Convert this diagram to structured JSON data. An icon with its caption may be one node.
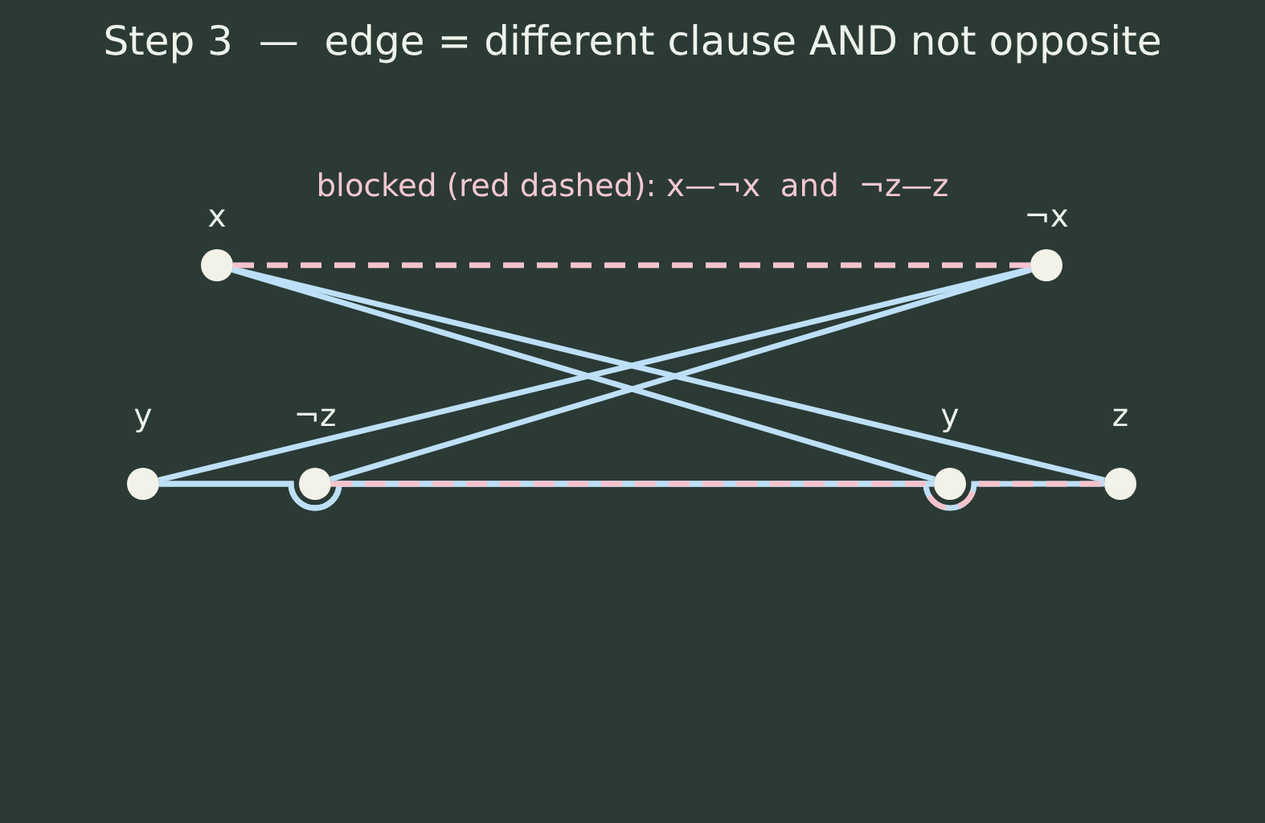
{
  "diagram": {
    "title": "Step 3  —  edge = different clause AND not opposite",
    "nodes": [
      {
        "text": [],
        "shape": "circle",
        "beside": [
          "x"
        ]
      },
      {
        "text": [],
        "shape": "circle",
        "beside": [
          "¬x"
        ]
      },
      {
        "text": [],
        "shape": "circle",
        "beside": [
          "y"
        ]
      },
      {
        "text": [],
        "shape": "circle",
        "beside": [
          "¬z"
        ]
      },
      {
        "text": [],
        "shape": "circle",
        "beside": [
          "y"
        ]
      },
      {
        "text": [],
        "shape": "circle",
        "beside": [
          "z"
        ]
      }
    ],
    "edges": [
      {
        "from": 0,
        "to": 1,
        "arrow": "none",
        "style": "dashed",
        "color": "#f6c3cd"
      },
      {
        "from": 0,
        "to": 4,
        "arrow": "none"
      },
      {
        "from": 0,
        "to": 5,
        "arrow": "none"
      },
      {
        "from": 1,
        "to": 2,
        "arrow": "none"
      },
      {
        "from": 1,
        "to": 3,
        "arrow": "none"
      },
      {
        "from": 2,
        "to": 4,
        "arrow": "none"
      },
      {
        "from": 2,
        "to": 5,
        "arrow": "none"
      },
      {
        "from": 3,
        "to": 4,
        "arrow": "none"
      },
      {
        "from": 3,
        "to": 5,
        "arrow": "none",
        "style": "dashed",
        "color": "#f6c3cd"
      }
    ],
    "labels": [
      "blocked (red dashed): x—¬x  and  ¬z—z"
    ]
  }
}
